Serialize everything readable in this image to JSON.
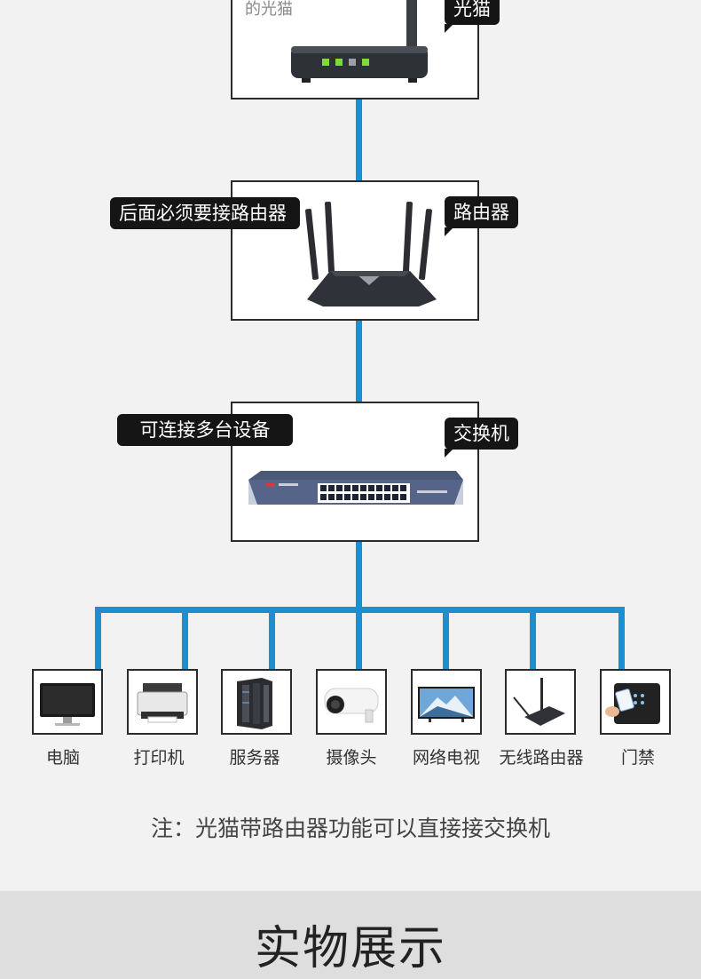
{
  "top_device": {
    "caption": "的光猫",
    "tag": "光猫"
  },
  "router": {
    "note_tag": "后面必须要接路由器",
    "tag": "路由器"
  },
  "switch": {
    "note_tag": "可连接多台设备",
    "tag": "交换机"
  },
  "endpoints": [
    {
      "label": "电脑",
      "icon": "monitor-icon"
    },
    {
      "label": "打印机",
      "icon": "printer-icon"
    },
    {
      "label": "服务器",
      "icon": "server-rack-icon"
    },
    {
      "label": "摄像头",
      "icon": "security-camera-icon"
    },
    {
      "label": "网络电视",
      "icon": "tv-icon"
    },
    {
      "label": "无线路由器",
      "icon": "wireless-router-icon"
    },
    {
      "label": "门禁",
      "icon": "access-control-icon"
    }
  ],
  "note": "注：光猫带路由器功能可以直接接交换机",
  "footer": {
    "title": "实物展示"
  },
  "colors": {
    "line": "#1b8fd0",
    "tag_bg": "#151515",
    "background": "#f2f2f2",
    "footer_bg": "#dedede"
  }
}
